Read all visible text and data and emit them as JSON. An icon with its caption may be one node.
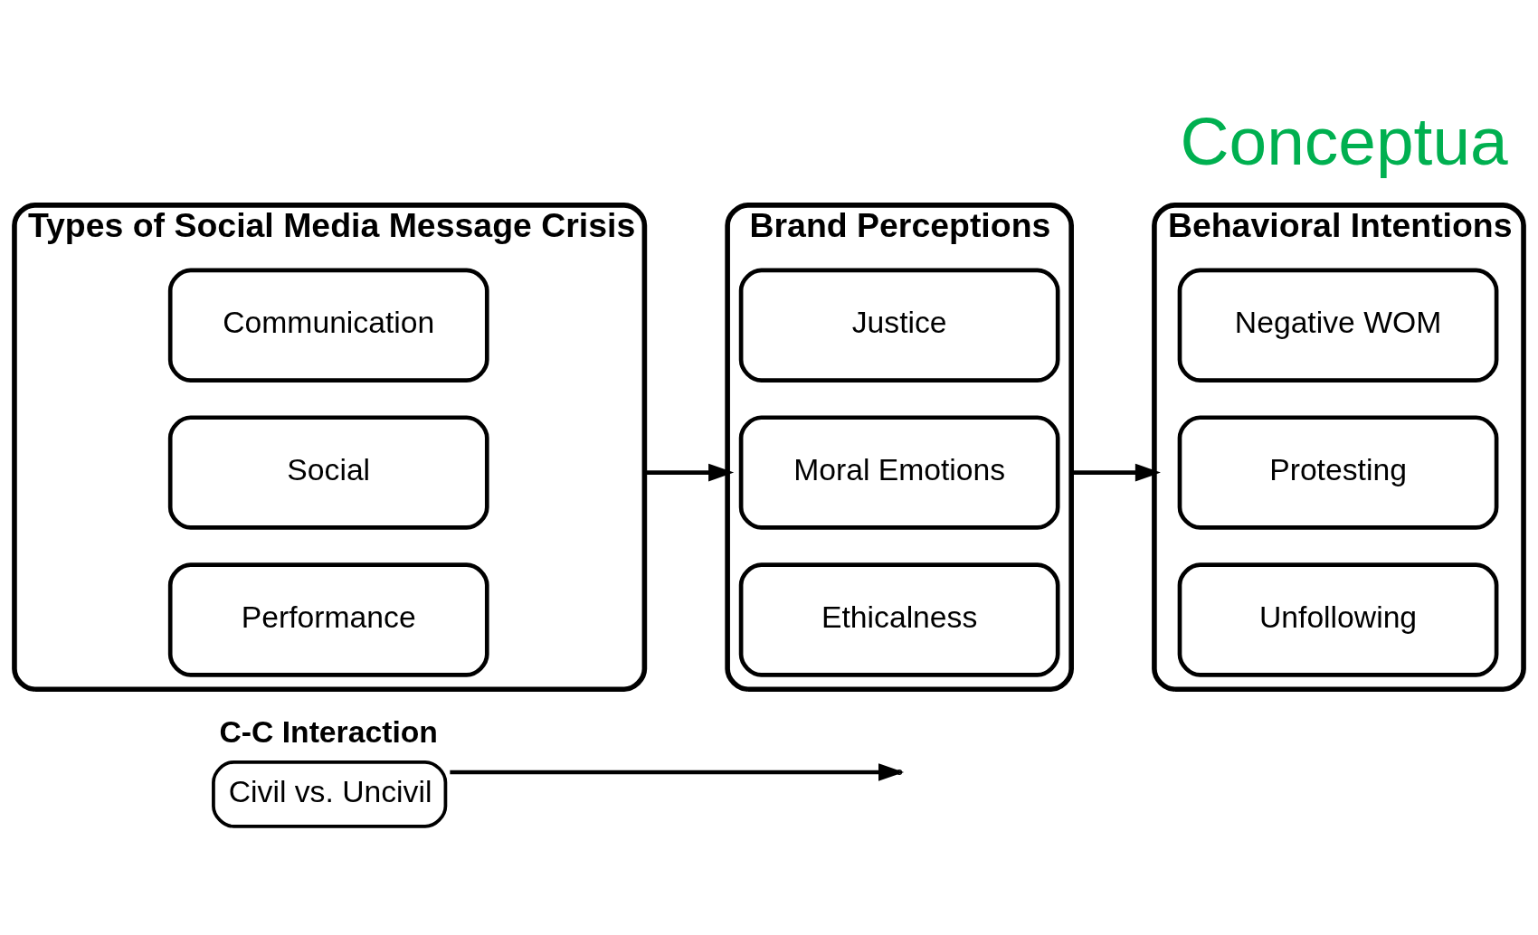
{
  "diagram": {
    "title": "Conceptua",
    "nodes": [
      {
        "text": [
          "C-C Interaction",
          "Civil vs. Uncivil"
        ]
      },
      {
        "text": [
          "Types of Social Media Message Crisis"
        ]
      },
      {
        "text": [
          "Performance"
        ],
        "in": 1
      },
      {
        "text": [
          "Social"
        ],
        "in": 1
      },
      {
        "text": [
          "Communication"
        ],
        "in": 1
      },
      {
        "text": [
          "Brand Perceptions"
        ]
      },
      {
        "text": [
          "Ethicalness"
        ],
        "in": 5
      },
      {
        "text": [
          "Moral Emotions"
        ],
        "in": 5
      },
      {
        "text": [
          "Justice"
        ],
        "in": 5
      },
      {
        "text": [
          "Behavioral Intentions"
        ]
      },
      {
        "text": [
          "Unfollowing"
        ],
        "in": 9
      },
      {
        "text": [
          "Protesting"
        ],
        "in": 9
      },
      {
        "text": [
          "Negative WOM"
        ],
        "in": 9
      }
    ],
    "edges": [
      {
        "from": 0,
        "to": null,
        "arrow": "to"
      },
      {
        "from": 1,
        "to": 5,
        "arrow": "to"
      },
      {
        "from": 5,
        "to": 9,
        "arrow": "to"
      }
    ]
  }
}
